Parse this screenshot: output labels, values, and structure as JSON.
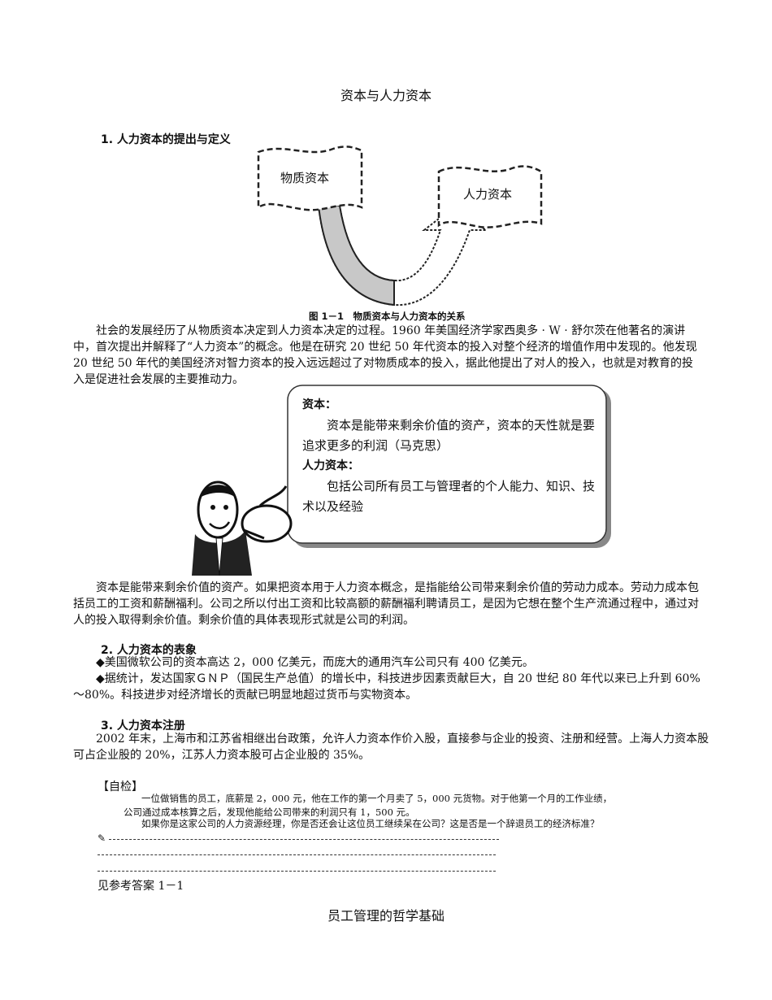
{
  "title": "资本与人力资本",
  "section1": {
    "heading": "1. 人力资本的提出与定义",
    "diagram": {
      "left_label": "物质资本",
      "right_label": "人力资本",
      "caption": "图 1－1　物质资本与人力资本的关系"
    },
    "paragraph": "社会的发展经历了从物质资本决定到人力资本决定的过程。1960 年美国经济学家西奥多 · W · 舒尔茨在他著名的演讲中，首次提出并解释了“人力资本”的概念。他是在研究 20 世纪 50 年代资本的投入对整个经济的增值作用中发现的。他发现 20 世纪 50 年代的美国经济对智力资本的投入远远超过了对物质成本的投入，据此他提出了对人的投入，也就是对教育的投入是促进社会发展的主要推动力。",
    "callout": {
      "capital_label": "资本：",
      "capital_text": "资本是能带来剩余价值的资产，资本的天性就是要追求更多的利润（马克思）",
      "human_label": "人力资本：",
      "human_text": "包括公司所有员工与管理者的个人能力、知识、技术以及经验"
    },
    "paragraph2": "资本是能带来剩余价值的资产。如果把资本用于人力资本概念，是指能给公司带来剩余价值的劳动力成本。劳动力成本包括员工的工资和薪酬福利。公司之所以付出工资和比较高额的薪酬福利聘请员工，是因为它想在整个生产流通过程中，通过对人的投入取得剩余价值。剩余价值的具体表现形式就是公司的利润。"
  },
  "section2": {
    "heading": "2. 人力资本的表象",
    "bullet1": "◆美国微软公司的资本高达 2，000 亿美元，而庞大的通用汽车公司只有 400 亿美元。",
    "bullet2": "◆据统计，发达国家ＧＮＰ（国民生产总值）的增长中，科技进步因素贡献巨大，自 20 世纪 80 年代以来已上升到 60%～80%。科技进步对经济增长的贡献已明显地超过货币与实物资本。"
  },
  "section3": {
    "heading": "3. 人力资本注册",
    "paragraph": "2002 年末，上海市和江苏省相继出台政策，允许人力资本作价入股，直接参与企业的投资、注册和经营。上海人力资本股可占企业股的 20%，江苏人力资本股可占企业股的 35%。"
  },
  "selfcheck": {
    "label": "【自检】",
    "line1": "一位做销售的员工，底薪是 2，000 元，他在工作的第一个月卖了 5，000 元货物。对于他第一个月的工作业绩，",
    "line2": "公司通过成本核算之后，发现他能给公司带来的利润只有 1，500 元。",
    "line3": "如果你是这家公司的人力资源经理，你是否还会让这位员工继续呆在公司？这是否是一个辞退员工的经济标准？",
    "answer": "见参考答案 1－1"
  },
  "footer_title": "员工管理的哲学基础"
}
